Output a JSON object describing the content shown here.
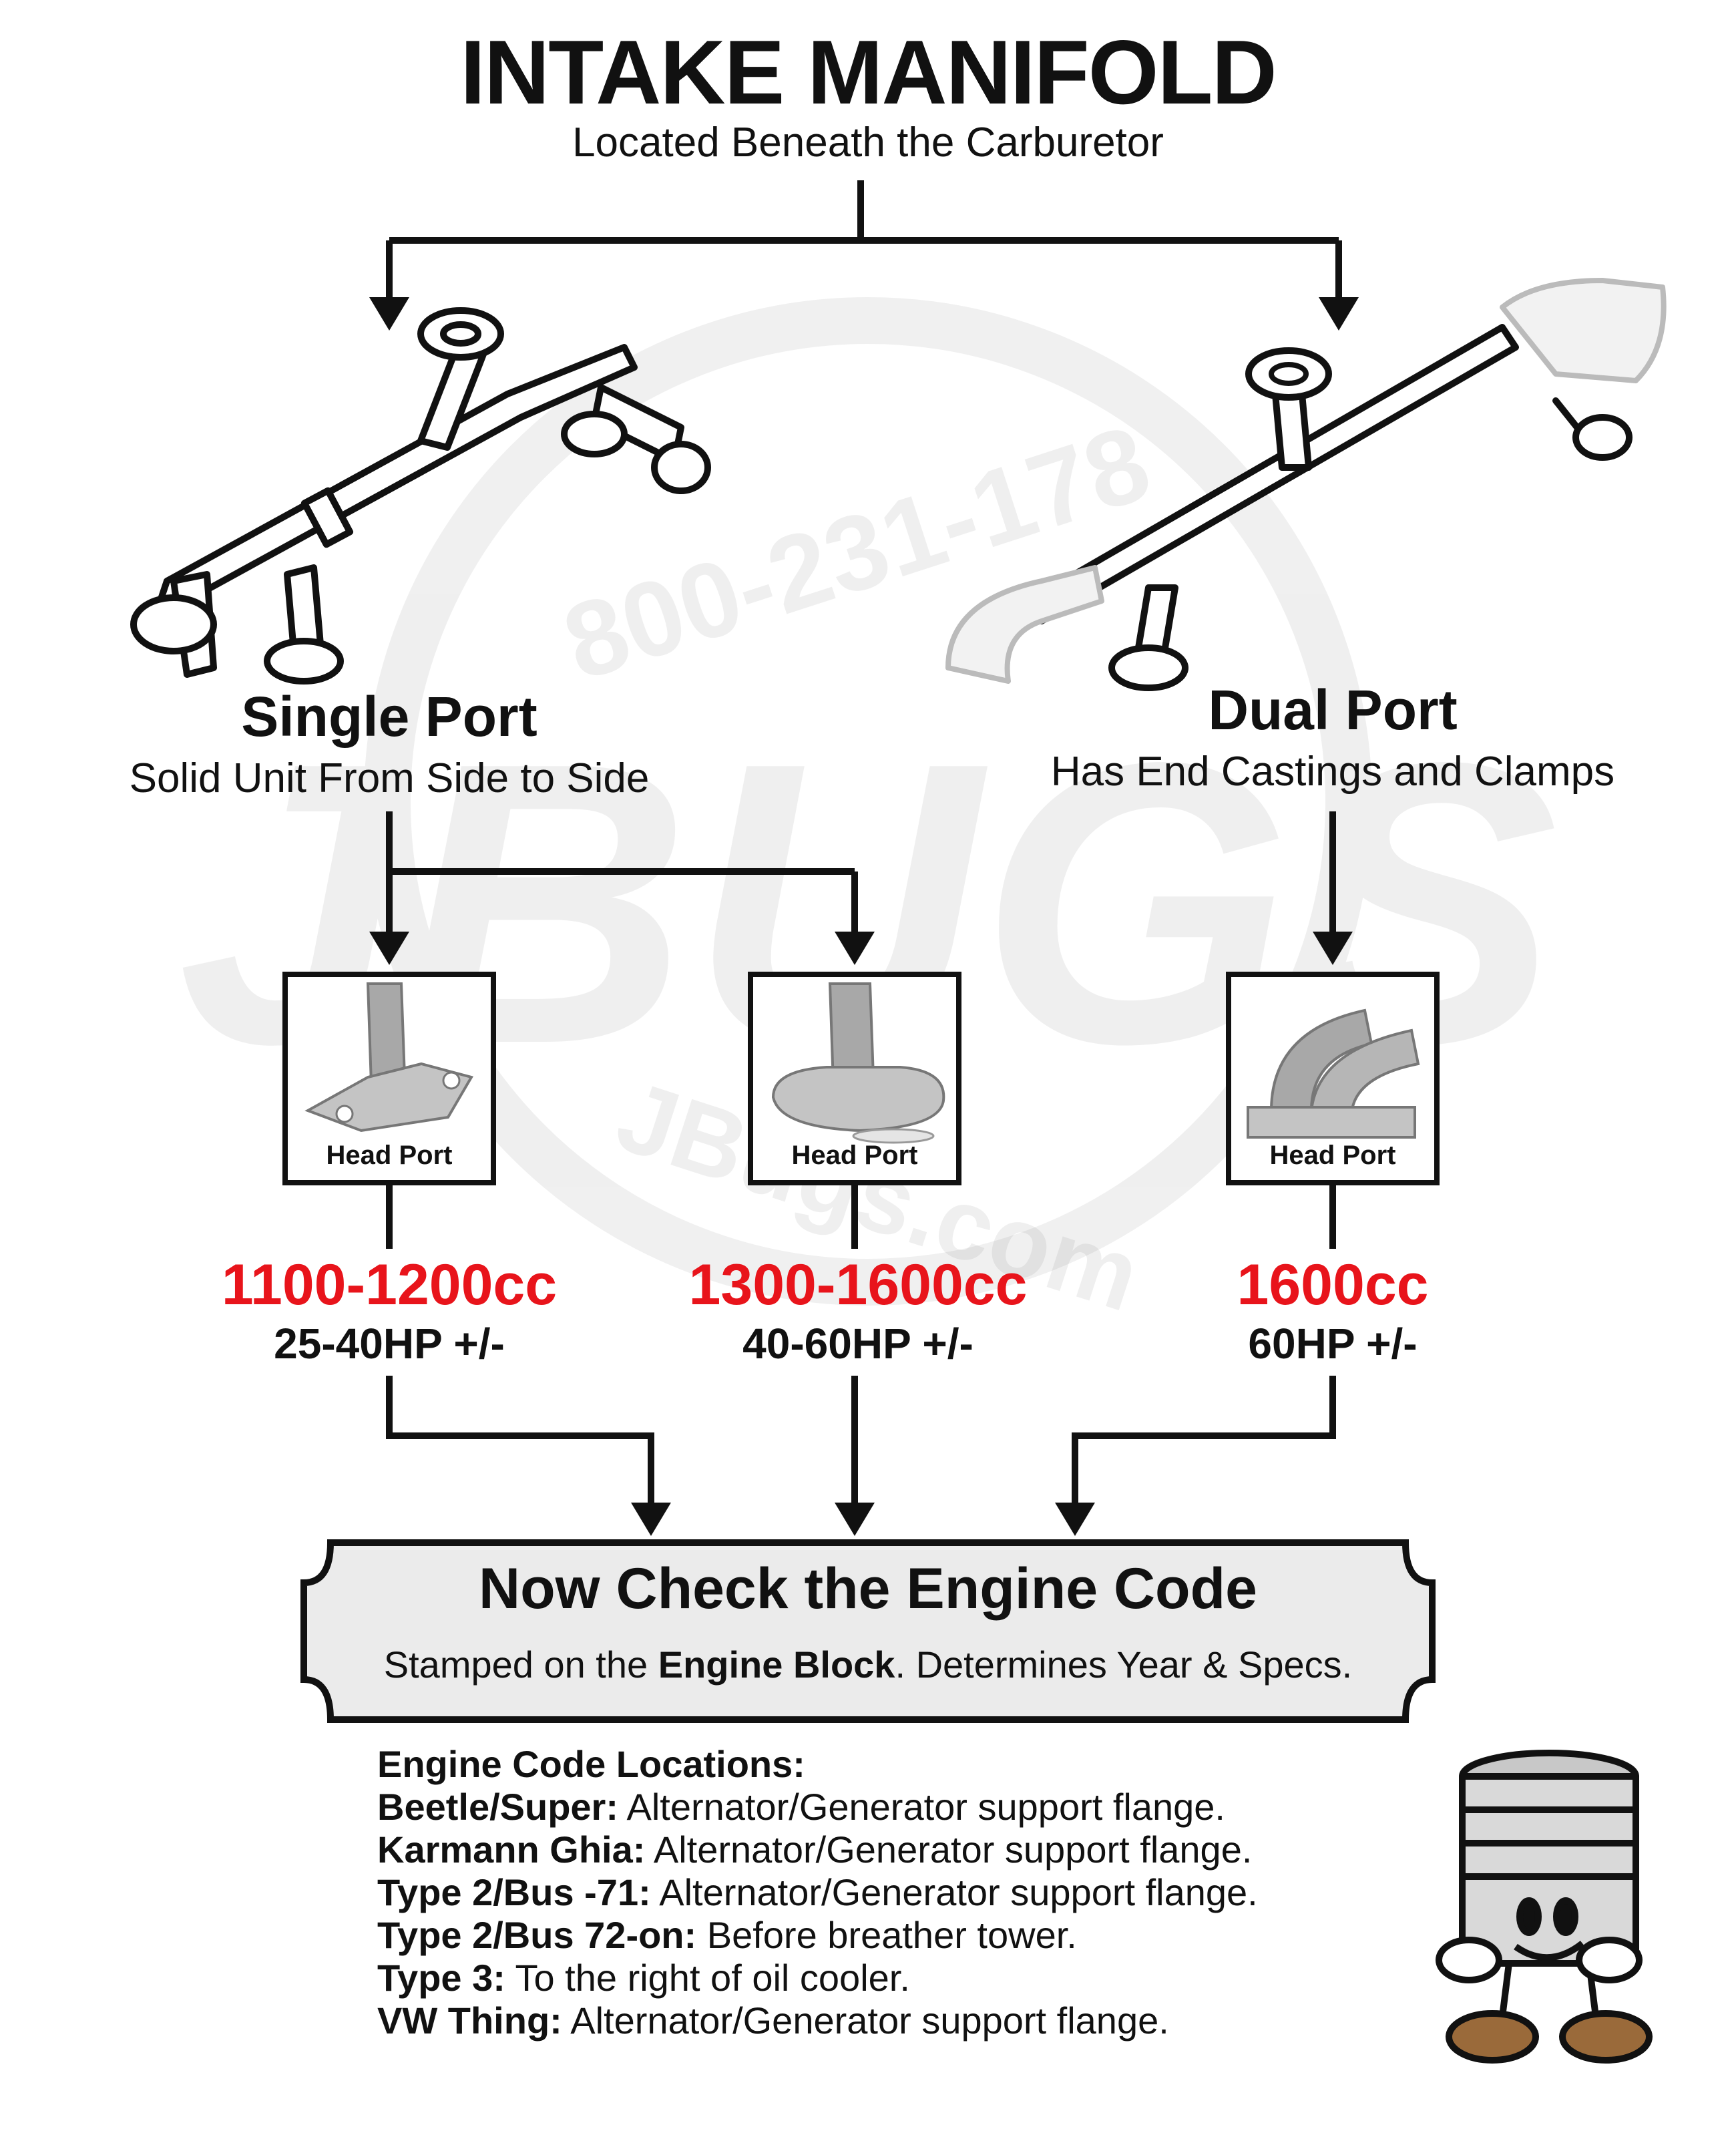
{
  "title": "INTAKE MANIFOLD",
  "subtitle": "Located Beneath the Carburetor",
  "watermark": {
    "brand": "JBUGS",
    "phone": "800-231-178",
    "site": "JBugs.com"
  },
  "single_port": {
    "title": "Single Port",
    "subtitle": "Solid Unit From Side to Side"
  },
  "dual_port": {
    "title": "Dual Port",
    "subtitle": "Has End Castings and Clamps"
  },
  "head_ports": [
    {
      "label": "Head Port",
      "cc": "1100-1200cc",
      "hp": "25-40HP +/-"
    },
    {
      "label": "Head Port",
      "cc": "1300-1600cc",
      "hp": "40-60HP +/-"
    },
    {
      "label": "Head Port",
      "cc": "1600cc",
      "hp": "60HP +/-"
    }
  ],
  "banner": {
    "title": "Now Check the Engine Code",
    "sub_pre": "Stamped on the ",
    "sub_bold": "Engine Block",
    "sub_post": ". Determines Year & Specs."
  },
  "locations": {
    "heading": "Engine Code Locations:",
    "items": [
      {
        "model": "Beetle/Super:",
        "location": "Alternator/Generator support flange."
      },
      {
        "model": "Karmann Ghia:",
        "location": "Alternator/Generator support flange."
      },
      {
        "model": "Type 2/Bus -71:",
        "location": "Alternator/Generator support flange."
      },
      {
        "model": "Type 2/Bus 72-on:",
        "location": "Before breather tower."
      },
      {
        "model": "Type 3:",
        "location": "To the right of oil cooler."
      },
      {
        "model": "VW Thing:",
        "location": "Alternator/Generator support flange."
      }
    ]
  },
  "colors": {
    "accent_red": "#e8141b",
    "line": "#111111",
    "banner_fill": "#ebebeb",
    "casting_gray": "#a8a8a8"
  }
}
